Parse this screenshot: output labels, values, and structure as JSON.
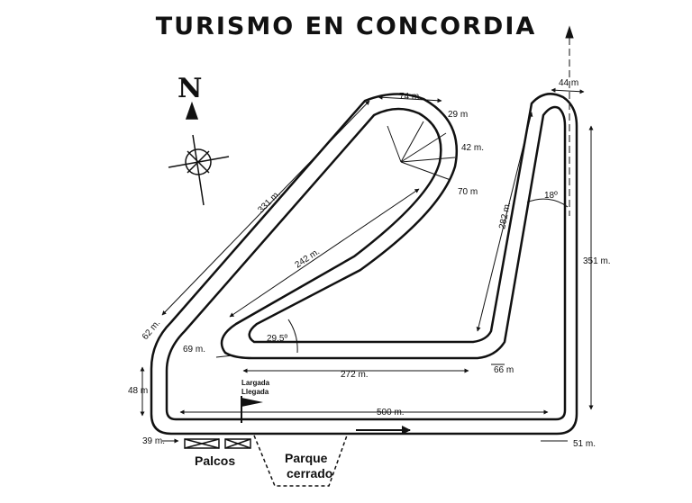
{
  "title": "TURISMO EN CONCORDIA",
  "north": "N",
  "measures": {
    "m74": "74 m.",
    "m29": "29 m",
    "m42": "42 m.",
    "m70": "70 m",
    "m331": "331 m.",
    "m242": "242 m.",
    "m62": "62 m.",
    "m69": "69 m.",
    "m29_5": "29,5º",
    "m272": "272 m.",
    "m66": "66 m",
    "m282": "282 m.",
    "m18": "18º",
    "m44": "44 m",
    "m351": "351 m.",
    "m48": "48 m",
    "m500": "500 m.",
    "m39": "39 m.",
    "m51": "51 m."
  },
  "labels": {
    "largada": "Largada",
    "llegada": "Llegada",
    "palcos": "Palcos",
    "parque": "Parque",
    "cerrado": "cerrado"
  }
}
